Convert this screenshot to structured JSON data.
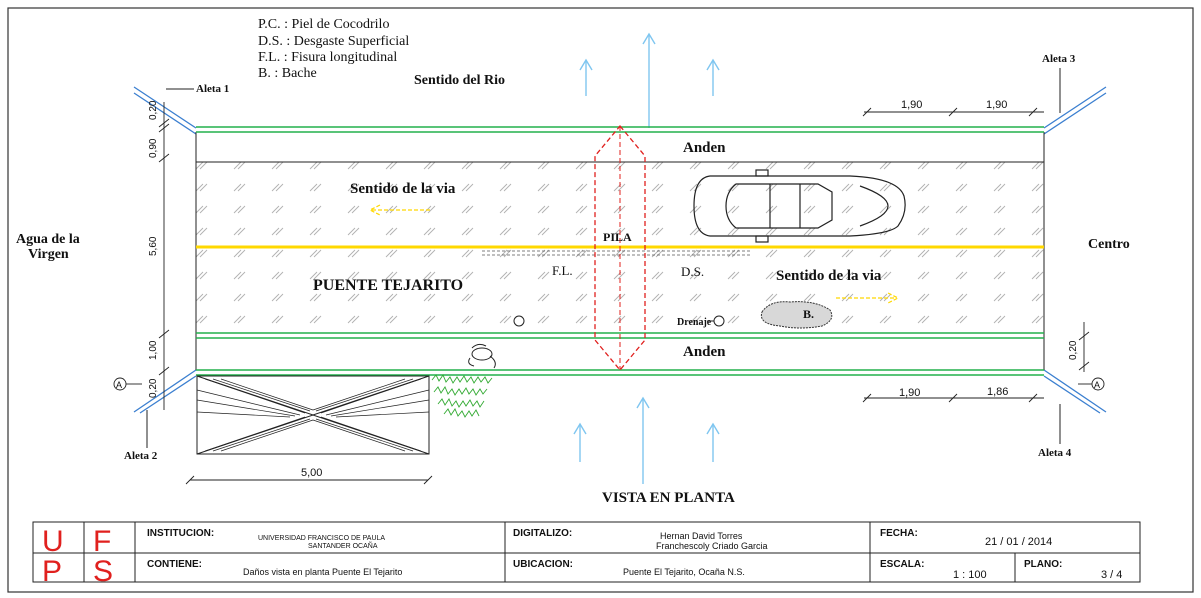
{
  "legend": {
    "items": [
      "P.C. : Piel de Cocodrilo",
      "D.S. : Desgaste Superficial",
      "F.L. : Fisura  longitudinal",
      "B. : Bache"
    ]
  },
  "labels": {
    "river_direction": "Sentido del Rio",
    "left_side": [
      "Agua de la",
      "Virgen"
    ],
    "right_side": "Centro",
    "wing1": "Aleta 1",
    "wing2": "Aleta 2",
    "wing3": "Aleta 3",
    "wing4": "Aleta 4",
    "sidewalk_top": "Anden",
    "sidewalk_bottom": "Anden",
    "road_direction_1": "Sentido de la via",
    "road_direction_2": "Sentido de la via",
    "bridge_name": "PUENTE TEJARITO",
    "pier": "PILA",
    "crack": "F.L.",
    "wear": "D.S.",
    "pothole": "B.",
    "drain": "Drenaje",
    "section_marker": "A",
    "view_title": "VISTA  EN  PLANTA"
  },
  "dimensions": {
    "left_top": "0,20",
    "left_sidewalk": "0,90",
    "left_road": "5,60",
    "left_bottom_sidewalk": "1,00",
    "left_bottom": "0,20",
    "right_bottom": "0,20",
    "top_right_1": "1,90",
    "top_right_2": "1,90",
    "bottom_right_1": "1,90",
    "bottom_right_2": "1,86",
    "bottom_left": "5,00"
  },
  "title_block": {
    "logo_letters": [
      "U",
      "F",
      "P",
      "S"
    ],
    "institucion_label": "INSTITUCION:",
    "institucion_value": [
      "UNIVERSIDAD FRANCISCO DE PAULA",
      "SANTANDER OCAÑA"
    ],
    "digitalizo_label": "DIGITALIZO:",
    "digitalizo_value": [
      "Hernan David Torres",
      "Franchescoly Criado Garcia"
    ],
    "fecha_label": "FECHA:",
    "fecha_value": "21 / 01 / 2014",
    "contiene_label": "CONTIENE:",
    "contiene_value": "Daños vista en planta Puente El Tejarito",
    "ubicacion_label": "UBICACION:",
    "ubicacion_value": "Puente El Tejarito, Ocaña N.S.",
    "escala_label": "ESCALA:",
    "escala_value": "1 : 100",
    "plano_label": "PLANO:",
    "plano_value": "3 / 4"
  },
  "colors": {
    "flow_arrow": "#7fc6f0",
    "edge_line": "#22b14c",
    "center_line": "#ffd800",
    "pier_outline": "#e0201e",
    "logo_red": "#e0201e",
    "vegetation": "#33aa33"
  }
}
